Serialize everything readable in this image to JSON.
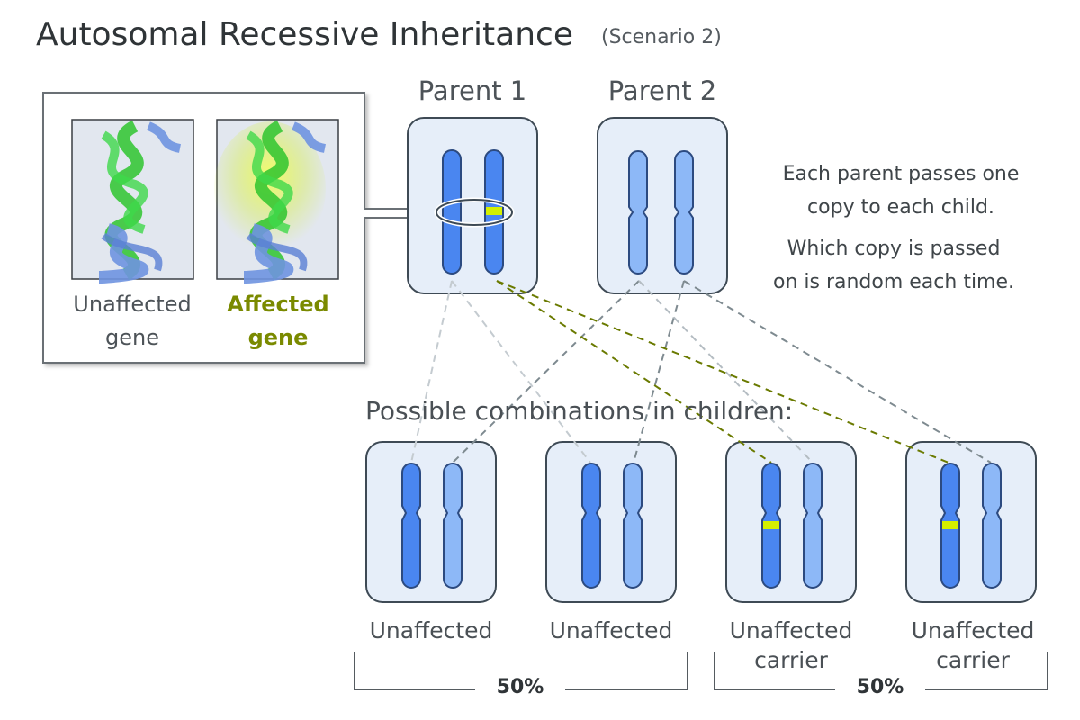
{
  "title": "Autosomal Recessive Inheritance",
  "subtitle": "(Scenario 2)",
  "parents": [
    {
      "label": "Parent 1",
      "chromosomes": [
        "unaffected",
        "affected"
      ]
    },
    {
      "label": "Parent 2",
      "chromosomes": [
        "unaffected",
        "unaffected"
      ]
    }
  ],
  "inset": {
    "unaffected_label": [
      "Unaffected",
      "gene"
    ],
    "affected_label": [
      "Affected",
      "gene"
    ]
  },
  "notes": {
    "line1a": "Each parent passes one",
    "line1b": "copy to each child.",
    "line2a": "Which copy is passed",
    "line2b": "on is random each time."
  },
  "combinations_heading": "Possible combinations in children:",
  "children": [
    {
      "label_line1": "Unaffected",
      "label_line2": "",
      "chromosomes": [
        "unaffected",
        "unaffected"
      ]
    },
    {
      "label_line1": "Unaffected",
      "label_line2": "",
      "chromosomes": [
        "unaffected",
        "unaffected"
      ]
    },
    {
      "label_line1": "Unaffected",
      "label_line2": "carrier",
      "chromosomes": [
        "affected",
        "unaffected"
      ]
    },
    {
      "label_line1": "Unaffected",
      "label_line2": "carrier",
      "chromosomes": [
        "affected",
        "unaffected"
      ]
    }
  ],
  "brackets": [
    {
      "label": "50%"
    },
    {
      "label": "50%"
    }
  ],
  "colors": {
    "parent1_chromosome": "#4a86f0",
    "parent2_chromosome": "#8db8f7",
    "affected_marker": "#d4f000",
    "affected_text": "#7a8a00",
    "box_fill": "#e6eef9",
    "box_stroke": "#3e4a55"
  }
}
